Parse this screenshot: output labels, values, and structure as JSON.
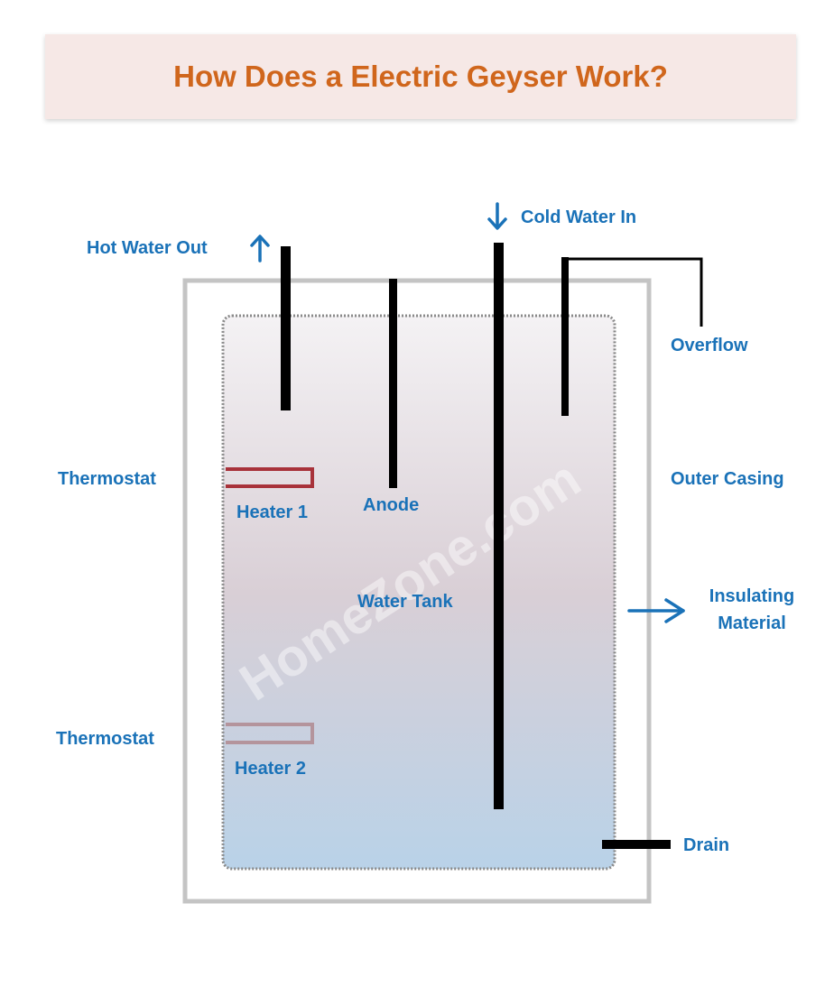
{
  "title": "How Does a Electric Geyser Work?",
  "watermark": "HomeZone.com",
  "labels": {
    "hot_water_out": "Hot Water Out",
    "cold_water_in": "Cold Water In",
    "overflow": "Overflow",
    "outer_casing": "Outer Casing",
    "thermostat_1": "Thermostat",
    "heater_1": "Heater 1",
    "anode": "Anode",
    "water_tank": "Water Tank",
    "insulating_line1": "Insulating",
    "insulating_line2": "Material",
    "thermostat_2": "Thermostat",
    "heater_2": "Heater 2",
    "drain": "Drain"
  },
  "colors": {
    "title": "#d0661c",
    "label": "#1a72b8",
    "title_background": "#f6e8e6",
    "heater_1": "#a8323a",
    "heater_2": "#b4949c",
    "casing": "#c4c4c4",
    "pipe": "#000000",
    "water_top": "#f4f2f4",
    "water_bottom": "#b9d2e8"
  }
}
